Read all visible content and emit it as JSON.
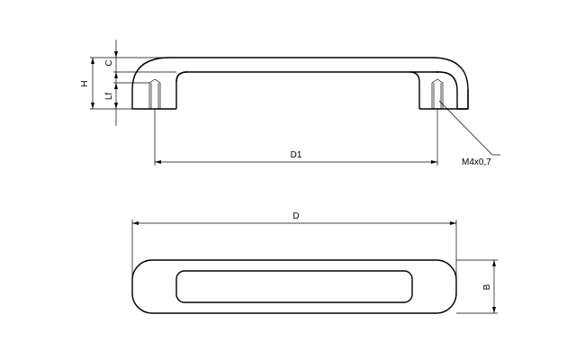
{
  "drawing": {
    "dimensions": {
      "c": "C",
      "h": "H",
      "lf": "Lf",
      "d1": "D1",
      "thread": "M4x0,7",
      "d": "D",
      "b": "B"
    },
    "line_color": "#000000",
    "background": "#ffffff"
  }
}
